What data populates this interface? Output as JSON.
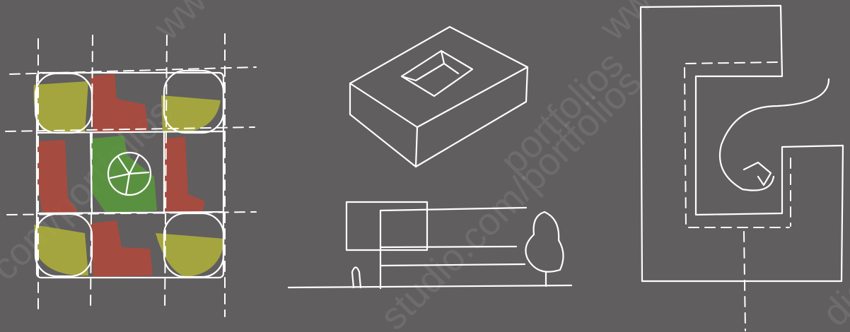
{
  "colors": {
    "background": "#605e5f",
    "ink": "#ffffff",
    "zone_yellow": "#b2b23a",
    "zone_red": "#b3483a",
    "zone_green": "#5a9a3c"
  },
  "watermark": {
    "fragments": [
      "www.",
      "portfolios",
      "com/portfolios",
      "studio.com/portfolios",
      "dio"
    ]
  }
}
